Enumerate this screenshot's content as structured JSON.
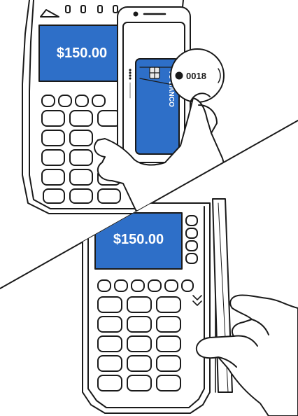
{
  "colors": {
    "accent": "#2e6fc8",
    "outline": "#1a1a1a",
    "background": "#ffffff"
  },
  "scene_top": {
    "terminal_amount": "$150.00",
    "card_bank_name": "TU BANCO",
    "card_number_suffix": "0018",
    "icons": [
      "pos-terminal",
      "smartphone",
      "hand",
      "contactless-waves-icon",
      "card-chip-icon"
    ]
  },
  "scene_bottom": {
    "terminal_amount": "$150.00",
    "icons": [
      "pos-terminal",
      "card-insert-slot",
      "hand"
    ]
  }
}
